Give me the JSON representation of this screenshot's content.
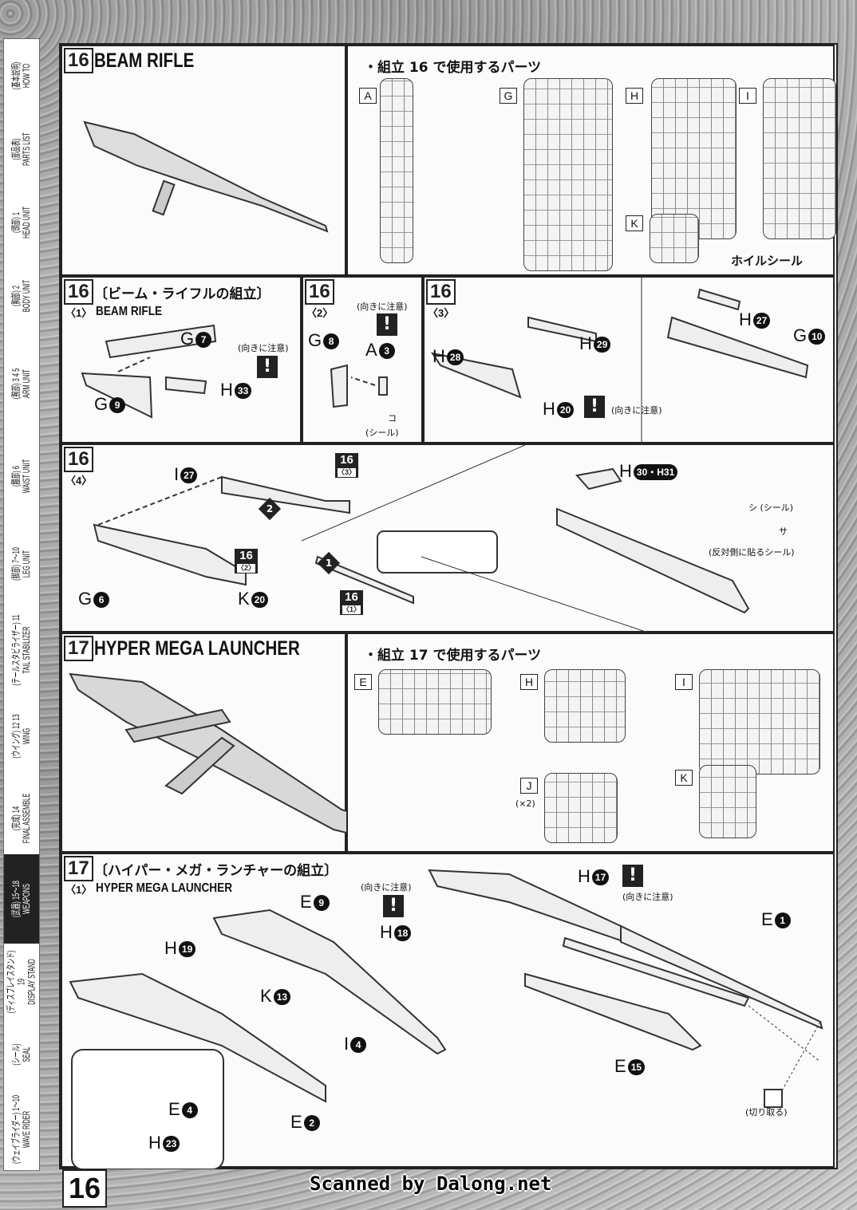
{
  "sidebar": {
    "tabs": [
      {
        "jp": "(基本説明)",
        "en": "HOW TO"
      },
      {
        "jp": "(部品表)",
        "en": "PARTS LIST"
      },
      {
        "jp": "(頭部) 1",
        "en": "HEAD UNIT"
      },
      {
        "jp": "(胸部) 2",
        "en": "BODY UNIT"
      },
      {
        "jp": "(腕部) 3 4 5",
        "en": "ARM UNIT"
      },
      {
        "jp": "(腰部) 6",
        "en": "WAIST UNIT"
      },
      {
        "jp": "(脚部) 7〜10",
        "en": "LEG UNIT"
      },
      {
        "jp": "(テールスタビライザー) 11",
        "en": "TAIL STABILIZER"
      },
      {
        "jp": "(ウイング) 12 13",
        "en": "WING"
      },
      {
        "jp": "(完成) 14",
        "en": "FINAL ASSEMBLE"
      },
      {
        "jp": "(武器) 15〜18",
        "en": "WEAPONS"
      },
      {
        "jp": "(ディスプレイスタンド) 19",
        "en": "DISPLAY STAND"
      },
      {
        "jp": "(シール)",
        "en": "SEAL"
      },
      {
        "jp": "(ウェイブライダー) 1〜10",
        "en": "WAVE RIDER"
      }
    ],
    "active_index": 10
  },
  "step16": {
    "number": "16",
    "title": "BEAM RIFLE",
    "parts_heading": "・組立 16 で使用するパーツ",
    "runners": [
      "A",
      "G",
      "H",
      "I",
      "K"
    ],
    "foil_seal": "ホイルシール",
    "assembly_title": "〔ビーム・ライフルの組立〕",
    "sub1": "〈1〉",
    "sub1_en": "BEAM RIFLE",
    "sub2": "〈2〉",
    "sub3": "〈3〉",
    "sub4": "〈4〉"
  },
  "step17": {
    "number": "17",
    "title": "HYPER MEGA LAUNCHER",
    "parts_heading": "・組立 17 で使用するパーツ",
    "runners": [
      "E",
      "H",
      "I",
      "J",
      "K"
    ],
    "j_count": "(×2)",
    "assembly_title": "〔ハイパー・メガ・ランチャーの組立〕",
    "sub1": "〈1〉",
    "sub1_en": "HYPER MEGA LAUNCHER"
  },
  "notes": {
    "orientation": "(向きに注意)",
    "seal": "(シール)",
    "seal_shi": "シ (シール)",
    "seal_sa": "サ",
    "seal_ko": "コ",
    "opposite_side": "(反対側に貼るシール)",
    "cut_off": "(切り取る)"
  },
  "callouts": [
    {
      "part": "G",
      "num": "7"
    },
    {
      "part": "H",
      "num": "33"
    },
    {
      "part": "G",
      "num": "9"
    },
    {
      "part": "G",
      "num": "8"
    },
    {
      "part": "A",
      "num": "3"
    },
    {
      "part": "H",
      "num": "28"
    },
    {
      "part": "H",
      "num": "29"
    },
    {
      "part": "H",
      "num": "20"
    },
    {
      "part": "H",
      "num": "27"
    },
    {
      "part": "G",
      "num": "10"
    },
    {
      "part": "I",
      "num": "27"
    },
    {
      "part": "G",
      "num": "6"
    },
    {
      "part": "K",
      "num": "20"
    },
    {
      "part": "H",
      "num": "30・H31"
    },
    {
      "part": "H",
      "num": "17"
    },
    {
      "part": "H",
      "num": "18"
    },
    {
      "part": "E",
      "num": "9"
    },
    {
      "part": "H",
      "num": "19"
    },
    {
      "part": "K",
      "num": "13"
    },
    {
      "part": "I",
      "num": "4"
    },
    {
      "part": "E",
      "num": "1"
    },
    {
      "part": "E",
      "num": "15"
    },
    {
      "part": "E",
      "num": "4"
    },
    {
      "part": "E",
      "num": "2"
    },
    {
      "part": "H",
      "num": "23"
    }
  ],
  "refs": [
    {
      "num": "16",
      "sub": "〈3〉"
    },
    {
      "num": "16",
      "sub": "〈2〉"
    },
    {
      "num": "16",
      "sub": "〈1〉"
    }
  ],
  "markers": [
    "2",
    "1"
  ],
  "footer": {
    "page_number": "16",
    "credit": "Scanned by Dalong.net"
  }
}
